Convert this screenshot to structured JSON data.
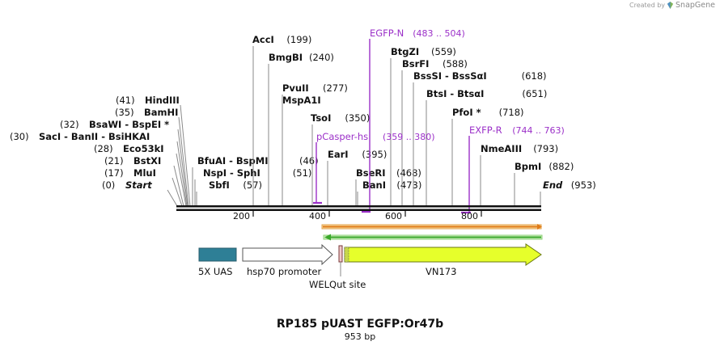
{
  "branding": {
    "created_by": "Created by",
    "product": "SnapGene",
    "logo_icon": "snapgene-logo-icon"
  },
  "plasmid": {
    "name": "RP185 pUAST EGFP:Or47b",
    "length": "953 bp",
    "total_bp": 953
  },
  "colors": {
    "backbone": "#111111",
    "primer": "#9b30c8",
    "uas": "#2e7f96",
    "vn173": "#e6ff2b",
    "orange_arrow": "#e07a18",
    "green_arrow": "#3aa82a"
  },
  "sites": [
    {
      "name": "Start",
      "pos": "(0)",
      "bp": 0,
      "italic": true
    },
    {
      "name": "MluI",
      "pos": "(17)",
      "bp": 17
    },
    {
      "name": "BstXI",
      "pos": "(21)",
      "bp": 21
    },
    {
      "name": "Eco53kI",
      "pos": "(28)",
      "bp": 28
    },
    {
      "name": "SacI - BanII - BsiHKAI",
      "pos": "(30)",
      "bp": 30
    },
    {
      "name": "BsaWI - BspEI *",
      "pos": "(32)",
      "bp": 32
    },
    {
      "name": "BamHI",
      "pos": "(35)",
      "bp": 35
    },
    {
      "name": "HindIII",
      "pos": "(41)",
      "bp": 41
    },
    {
      "name": "SbfI",
      "pos": "(57)",
      "bp": 57
    },
    {
      "name": "NspI - SphI",
      "pos": "(51)",
      "bp": 51
    },
    {
      "name": "BfuAI - BspMI",
      "pos": "(46)",
      "bp": 46
    },
    {
      "name": "AccI",
      "pos": "(199)",
      "bp": 199
    },
    {
      "name": "BmgBI",
      "pos": "(240)",
      "bp": 240
    },
    {
      "name": "PvuII",
      "pos": "(277)",
      "bp": 277
    },
    {
      "name": "MspA1I",
      "pos": "",
      "bp": 277
    },
    {
      "name": "TsoI",
      "pos": "(350)",
      "bp": 350
    },
    {
      "name": "EarI",
      "pos": "(395)",
      "bp": 395
    },
    {
      "name": "BseRI",
      "pos": "(468)",
      "bp": 468
    },
    {
      "name": "BanI",
      "pos": "(473)",
      "bp": 473
    },
    {
      "name": "BtgZI",
      "pos": "(559)",
      "bp": 559
    },
    {
      "name": "BsrFI",
      "pos": "(588)",
      "bp": 588
    },
    {
      "name": "BssSI - BssSαI",
      "pos": "(618)",
      "bp": 618
    },
    {
      "name": "BtsI - BtsαI",
      "pos": "(651)",
      "bp": 651
    },
    {
      "name": "PfoI *",
      "pos": "(718)",
      "bp": 718
    },
    {
      "name": "NmeAIII",
      "pos": "(793)",
      "bp": 793
    },
    {
      "name": "BpmI",
      "pos": "(882)",
      "bp": 882
    },
    {
      "name": "End",
      "pos": "(953)",
      "bp": 953,
      "italic": true
    }
  ],
  "primers": [
    {
      "name": "EGFP-N",
      "range": "(483 .. 504)",
      "start": 483,
      "end": 504
    },
    {
      "name": "pCasper-hs",
      "range": "(359 .. 380)",
      "start": 359,
      "end": 380
    },
    {
      "name": "EXFP-R",
      "range": "(744 .. 763)",
      "start": 744,
      "end": 763
    }
  ],
  "ruler_ticks": [
    "200",
    "400",
    "600",
    "800"
  ],
  "features": [
    {
      "name": "5X UAS",
      "type": "box"
    },
    {
      "name": "hsp70 promoter",
      "type": "arrow"
    },
    {
      "name": "WELQut site",
      "type": "small"
    },
    {
      "name": "VN173",
      "type": "arrow"
    }
  ]
}
